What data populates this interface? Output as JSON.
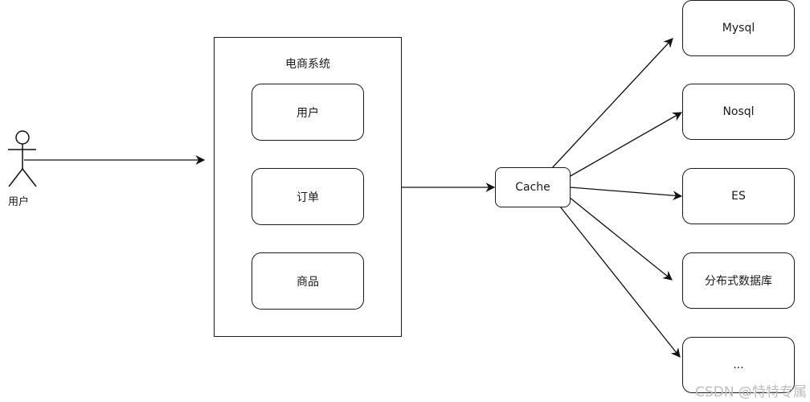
{
  "actor": {
    "label": "用户",
    "icon": "stick-figure-icon"
  },
  "system": {
    "title": "电商系统",
    "modules": [
      {
        "label": "用户"
      },
      {
        "label": "订单"
      },
      {
        "label": "商品"
      }
    ]
  },
  "cache": {
    "label": "Cache"
  },
  "stores": [
    {
      "label": "Mysql"
    },
    {
      "label": "Nosql"
    },
    {
      "label": "ES"
    },
    {
      "label": "分布式数据库"
    },
    {
      "label": "..."
    }
  ],
  "edges": [
    {
      "from": "actor",
      "to": "system"
    },
    {
      "from": "system",
      "to": "cache"
    },
    {
      "from": "cache",
      "to": "Mysql"
    },
    {
      "from": "cache",
      "to": "Nosql"
    },
    {
      "from": "cache",
      "to": "ES"
    },
    {
      "from": "cache",
      "to": "分布式数据库"
    },
    {
      "from": "cache",
      "to": "..."
    }
  ],
  "watermark": "CSDN @特特专属"
}
